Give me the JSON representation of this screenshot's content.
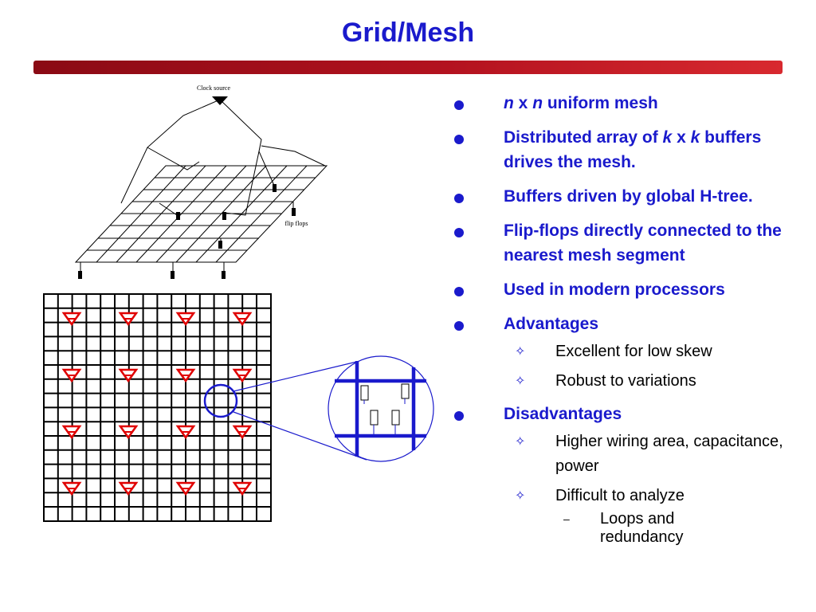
{
  "title": "Grid/Mesh",
  "figure": {
    "clock_source_label": "Clock source",
    "flip_flops_label": "flip flops",
    "colors": {
      "mesh": "#000000",
      "buffer": "#e00000",
      "zoom": "#1a1acc"
    }
  },
  "bullets": {
    "b1_n1": "n",
    "b1_x": " x ",
    "b1_n2": "n",
    "b1_rest": " uniform mesh",
    "b2_pre": " Distributed array of ",
    "b2_k1": "k",
    "b2_x": " x ",
    "b2_k2": "k",
    "b2_rest": " buffers drives the mesh.",
    "b3": "Buffers driven by global H-tree.",
    "b4": " Flip-flops directly connected to the nearest mesh segment",
    "b5": "Used in modern processors",
    "b6": "Advantages",
    "adv1": "Excellent for low skew",
    "adv2": "Robust to variations",
    "b7": "Disadvantages",
    "dis1": "Higher wiring area, capacitance, power",
    "dis2": "Difficult to analyze",
    "dis2_sub": "Loops and redundancy",
    "star_glyph": "✧",
    "dash_glyph": "–"
  }
}
